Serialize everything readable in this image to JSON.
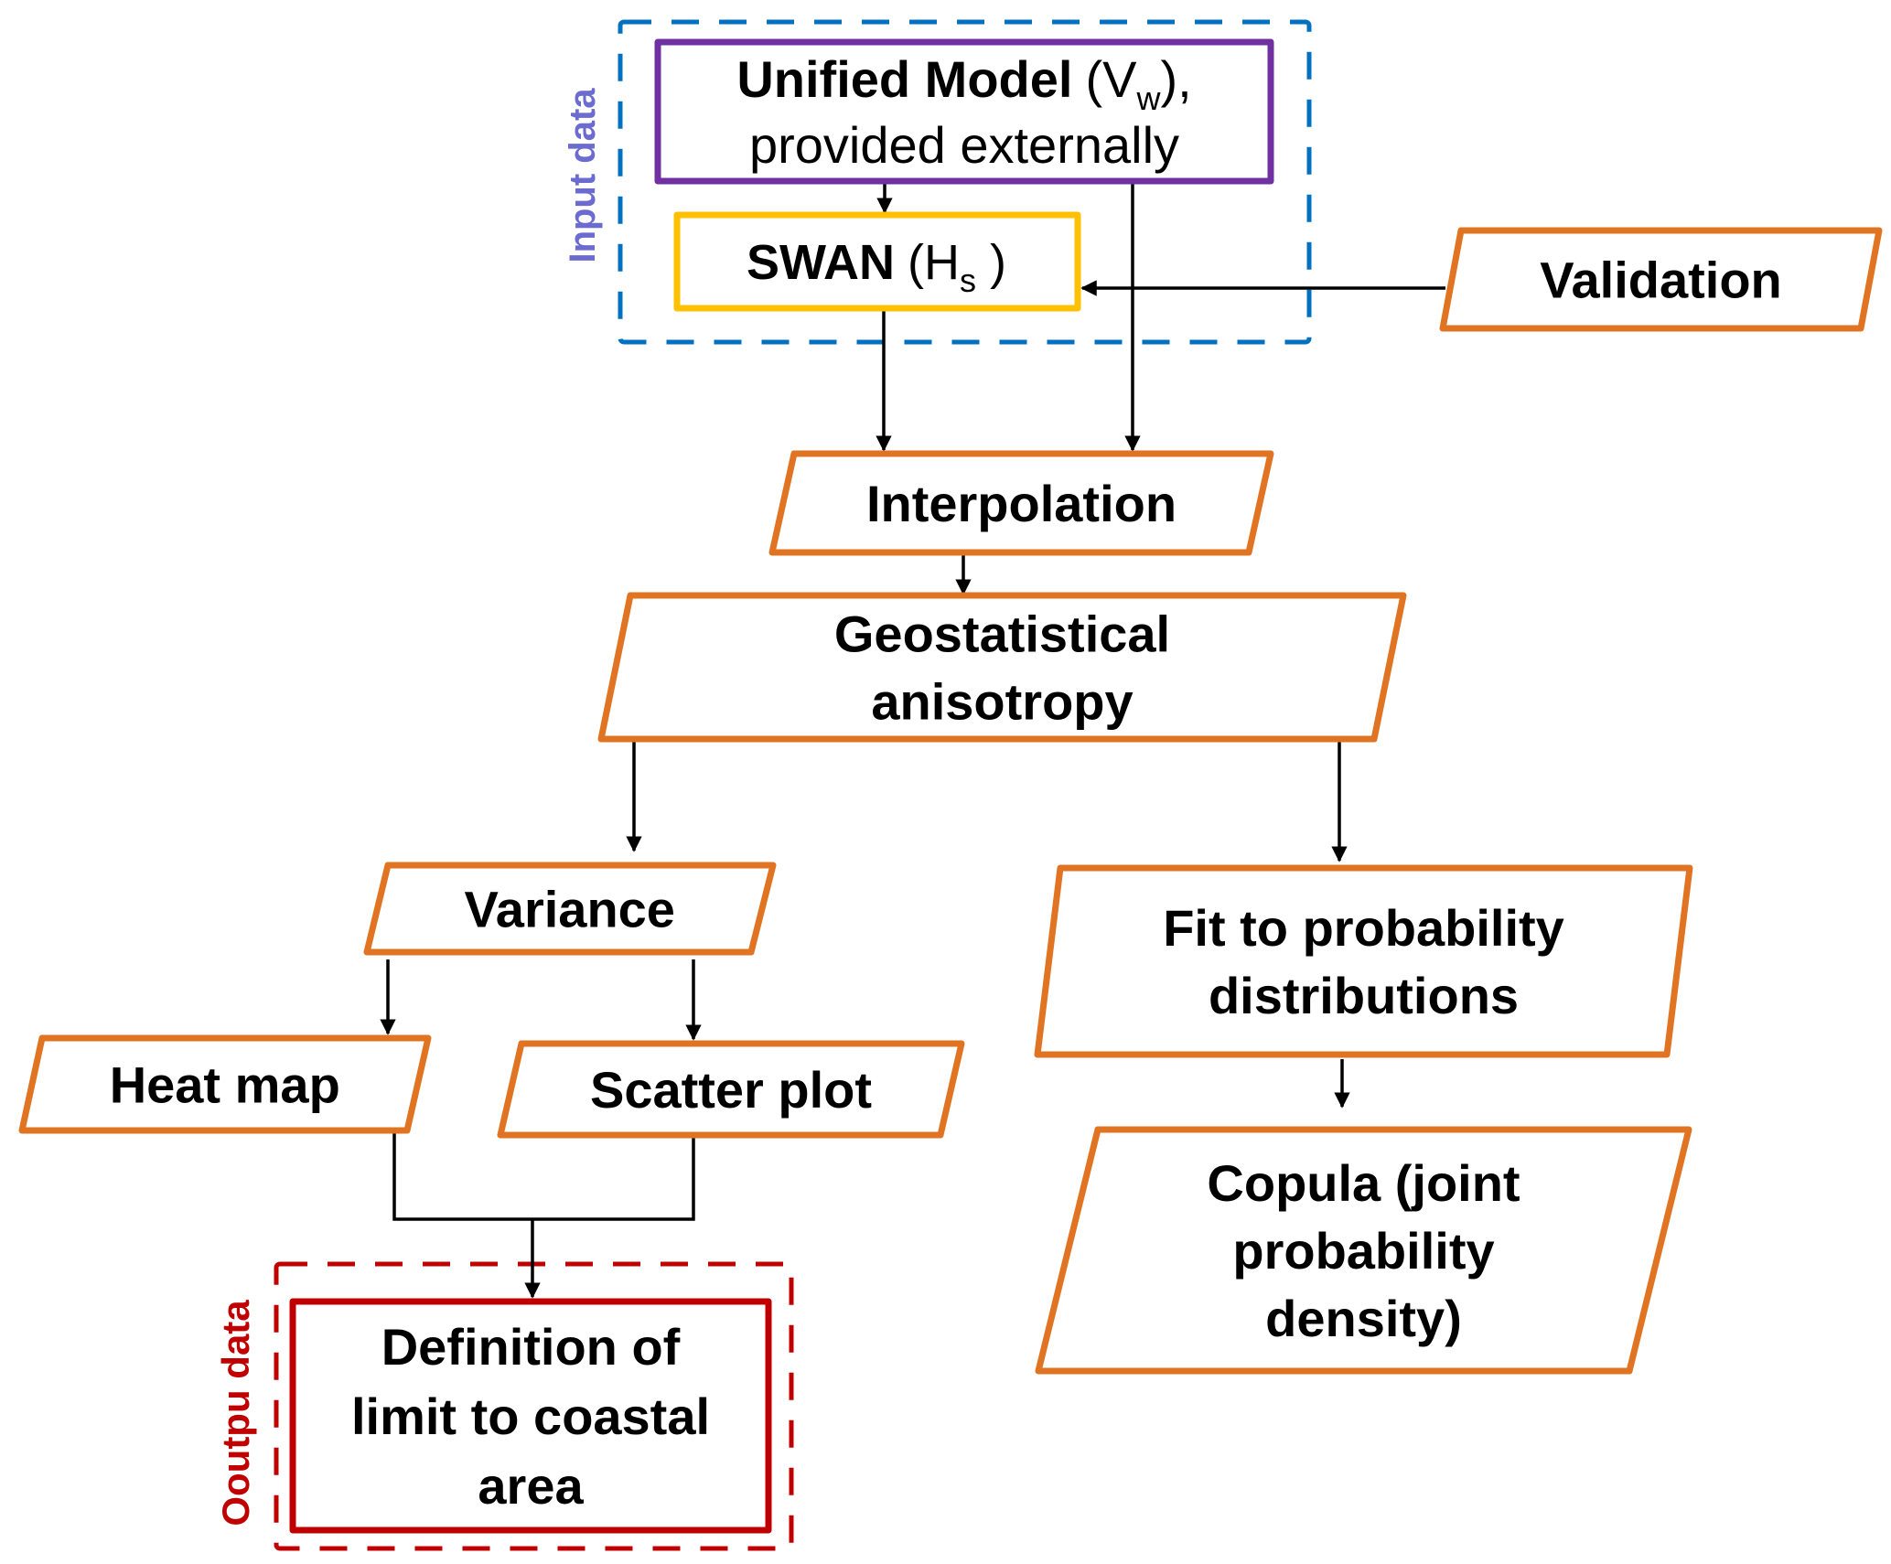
{
  "diagram": {
    "type": "flowchart",
    "colors": {
      "input_group": "#0070C0",
      "input_label": "#6B6BD0",
      "output_group": "#C00000",
      "unified_model_border": "#7030A0",
      "swan_border": "#FFC000",
      "process_border": "#E07422",
      "output_border": "#C00000",
      "edge": "#000000"
    },
    "groups": {
      "input": {
        "label": "Input data"
      },
      "output": {
        "label": "Ooutpu data"
      }
    },
    "nodes": {
      "unified_model": {
        "title": "Unified Model",
        "symbol": "(V",
        "subscript": "w",
        "symbol_end": "),",
        "line2": "provided externally"
      },
      "swan": {
        "title": "SWAN",
        "symbol": "(H",
        "subscript": "s",
        "symbol_end": " )"
      },
      "validation": {
        "label": "Validation"
      },
      "interpolation": {
        "label": "Interpolation"
      },
      "geostatistical": {
        "lines": [
          "Geostatistical",
          "anisotropy"
        ]
      },
      "variance": {
        "label": "Variance"
      },
      "heat_map": {
        "label": "Heat map"
      },
      "scatter_plot": {
        "label": "Scatter plot"
      },
      "definition": {
        "lines": [
          "Definition of",
          "limit to coastal",
          "area"
        ]
      },
      "fit": {
        "lines": [
          "Fit to probability",
          "distributions"
        ]
      },
      "copula": {
        "lines": [
          "Copula (joint",
          "probability",
          "density)"
        ]
      }
    },
    "edges": [
      {
        "from": "unified_model",
        "to": "swan"
      },
      {
        "from": "unified_model",
        "to": "interpolation"
      },
      {
        "from": "swan",
        "to": "interpolation"
      },
      {
        "from": "validation",
        "to": "swan"
      },
      {
        "from": "interpolation",
        "to": "geostatistical"
      },
      {
        "from": "geostatistical",
        "to": "variance"
      },
      {
        "from": "geostatistical",
        "to": "fit"
      },
      {
        "from": "variance",
        "to": "heat_map"
      },
      {
        "from": "variance",
        "to": "scatter_plot"
      },
      {
        "from": "heat_map",
        "to": "definition"
      },
      {
        "from": "scatter_plot",
        "to": "definition"
      },
      {
        "from": "fit",
        "to": "copula"
      }
    ]
  }
}
